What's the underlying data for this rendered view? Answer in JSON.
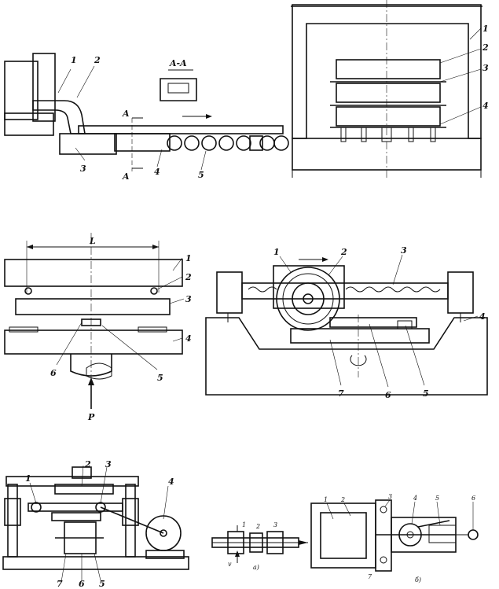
{
  "fig1": {
    "labels": [
      "1",
      "2",
      "3",
      "4",
      "5"
    ],
    "section_label": "A-A",
    "cut_marks": [
      "A",
      "A"
    ]
  },
  "fig2": {
    "labels": [
      "1",
      "2",
      "3",
      "4"
    ]
  },
  "fig3": {
    "labels": [
      "1",
      "2",
      "3",
      "4",
      "5",
      "6"
    ],
    "dimension": "L",
    "force": "P"
  },
  "fig4": {
    "labels": [
      "1",
      "2",
      "3",
      "4",
      "5",
      "6",
      "7"
    ]
  },
  "fig5": {
    "labels": [
      "1",
      "2",
      "3",
      "4",
      "5",
      "6",
      "7"
    ]
  },
  "fig6": {
    "labels_a": [
      "1",
      "2",
      "3"
    ],
    "labels_b": [
      "1",
      "2",
      "3",
      "4",
      "5",
      "6",
      "7"
    ],
    "sub_a": "a)",
    "sub_b": "б)",
    "speed_mark": "v"
  },
  "colors": {
    "ink": "#111111",
    "paper": "#ffffff",
    "hatch": "#333333"
  }
}
